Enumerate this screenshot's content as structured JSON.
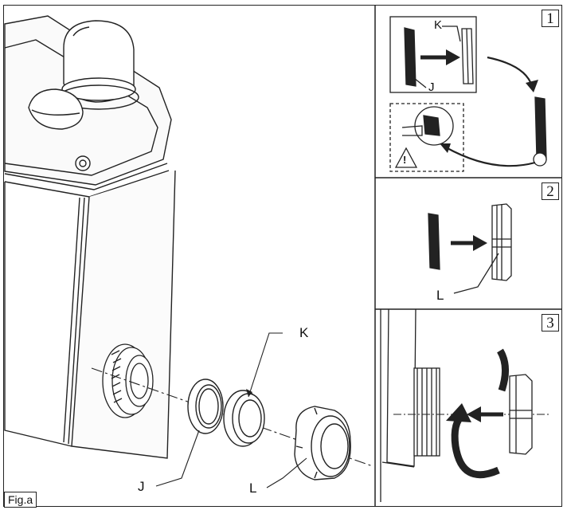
{
  "figure": {
    "tag": "Fig.a"
  },
  "main": {
    "labels": {
      "k": "K",
      "j": "J",
      "l": "L"
    }
  },
  "steps": [
    {
      "number": "1",
      "labels": {
        "k": "K",
        "j": "J"
      },
      "warning_symbol": "!"
    },
    {
      "number": "2",
      "labels": {
        "l": "L"
      }
    },
    {
      "number": "3"
    }
  ]
}
